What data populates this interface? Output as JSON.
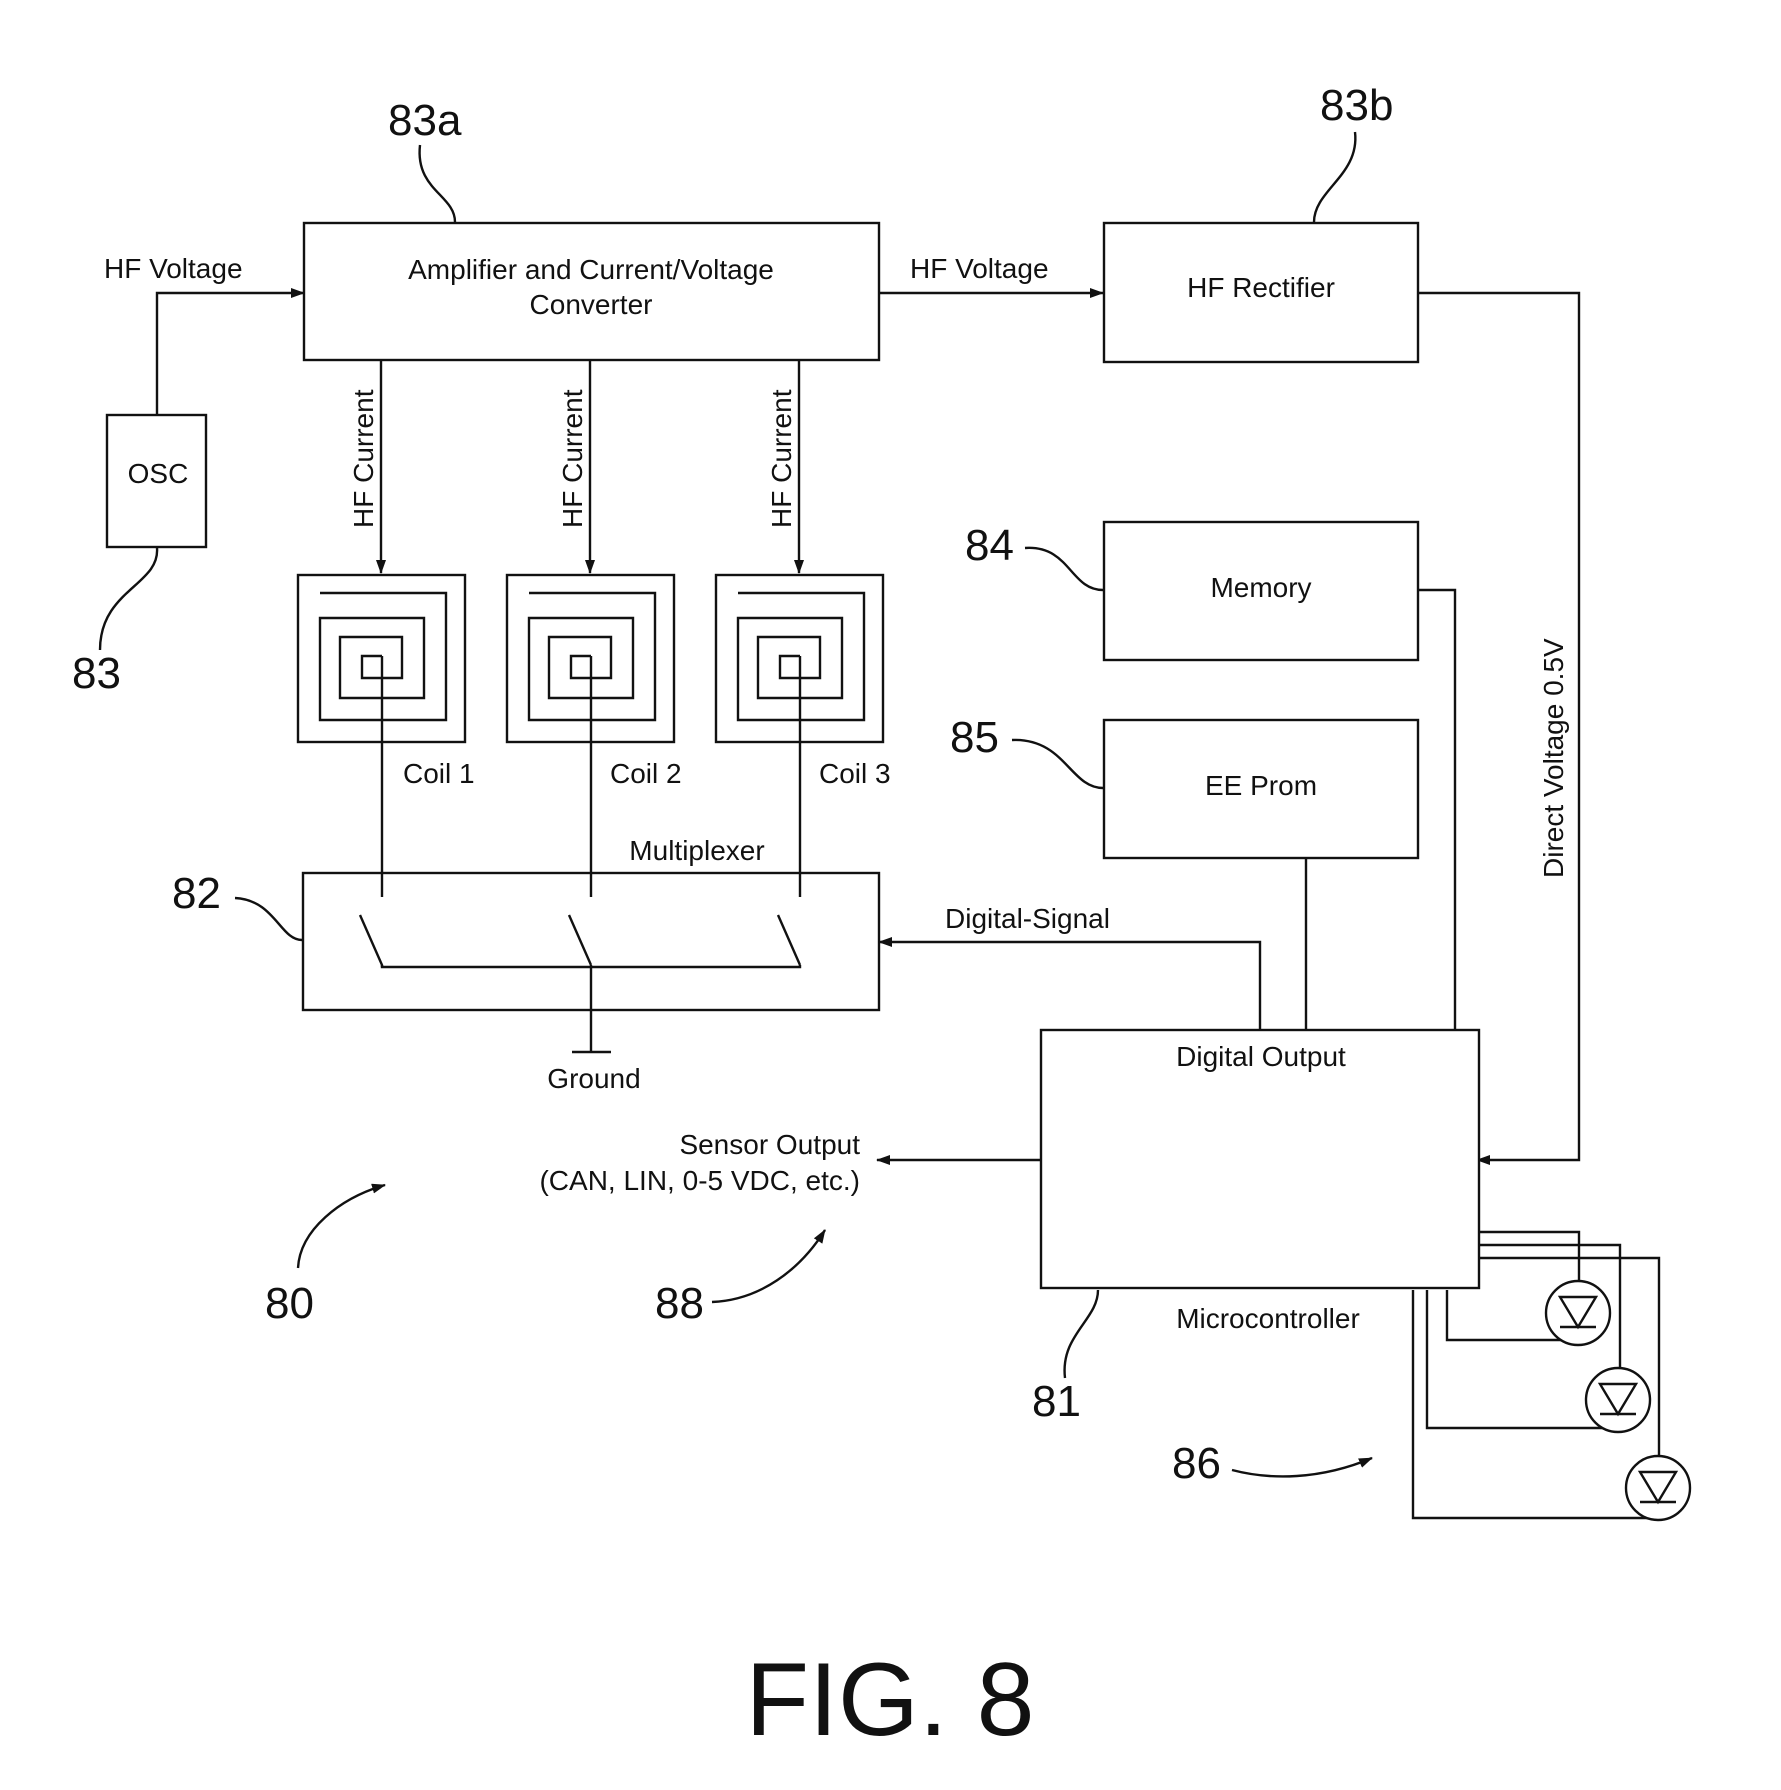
{
  "figure": {
    "title": "FIG. 8",
    "system_ref": "80",
    "blocks": {
      "osc": {
        "label": "OSC",
        "ref": "83"
      },
      "amplifier": {
        "label_line1": "Amplifier and Current/Voltage",
        "label_line2": "Converter",
        "ref": "83a"
      },
      "rectifier": {
        "label": "HF Rectifier",
        "ref": "83b"
      },
      "memory": {
        "label": "Memory",
        "ref": "84"
      },
      "eeprom": {
        "label": "EE Prom",
        "ref": "85"
      },
      "multiplexer": {
        "label": "Multiplexer",
        "ref": "82"
      },
      "microcontroller": {
        "label": "Microcontroller",
        "top_label": "Digital Output",
        "ref": "81"
      }
    },
    "coils": [
      {
        "label": "Coil 1"
      },
      {
        "label": "Coil 2"
      },
      {
        "label": "Coil 3"
      }
    ],
    "signals": {
      "hf_voltage_in": "HF Voltage",
      "hf_voltage_out": "HF Voltage",
      "hf_current": "HF Current",
      "direct_voltage": "Direct Voltage 0.5V",
      "digital_signal": "Digital-Signal",
      "ground": "Ground",
      "sensor_output_line1": "Sensor Output",
      "sensor_output_line2": "(CAN, LIN, 0-5 VDC, etc.)",
      "sensor_output_ref": "88"
    },
    "leds": {
      "ref": "86"
    }
  }
}
